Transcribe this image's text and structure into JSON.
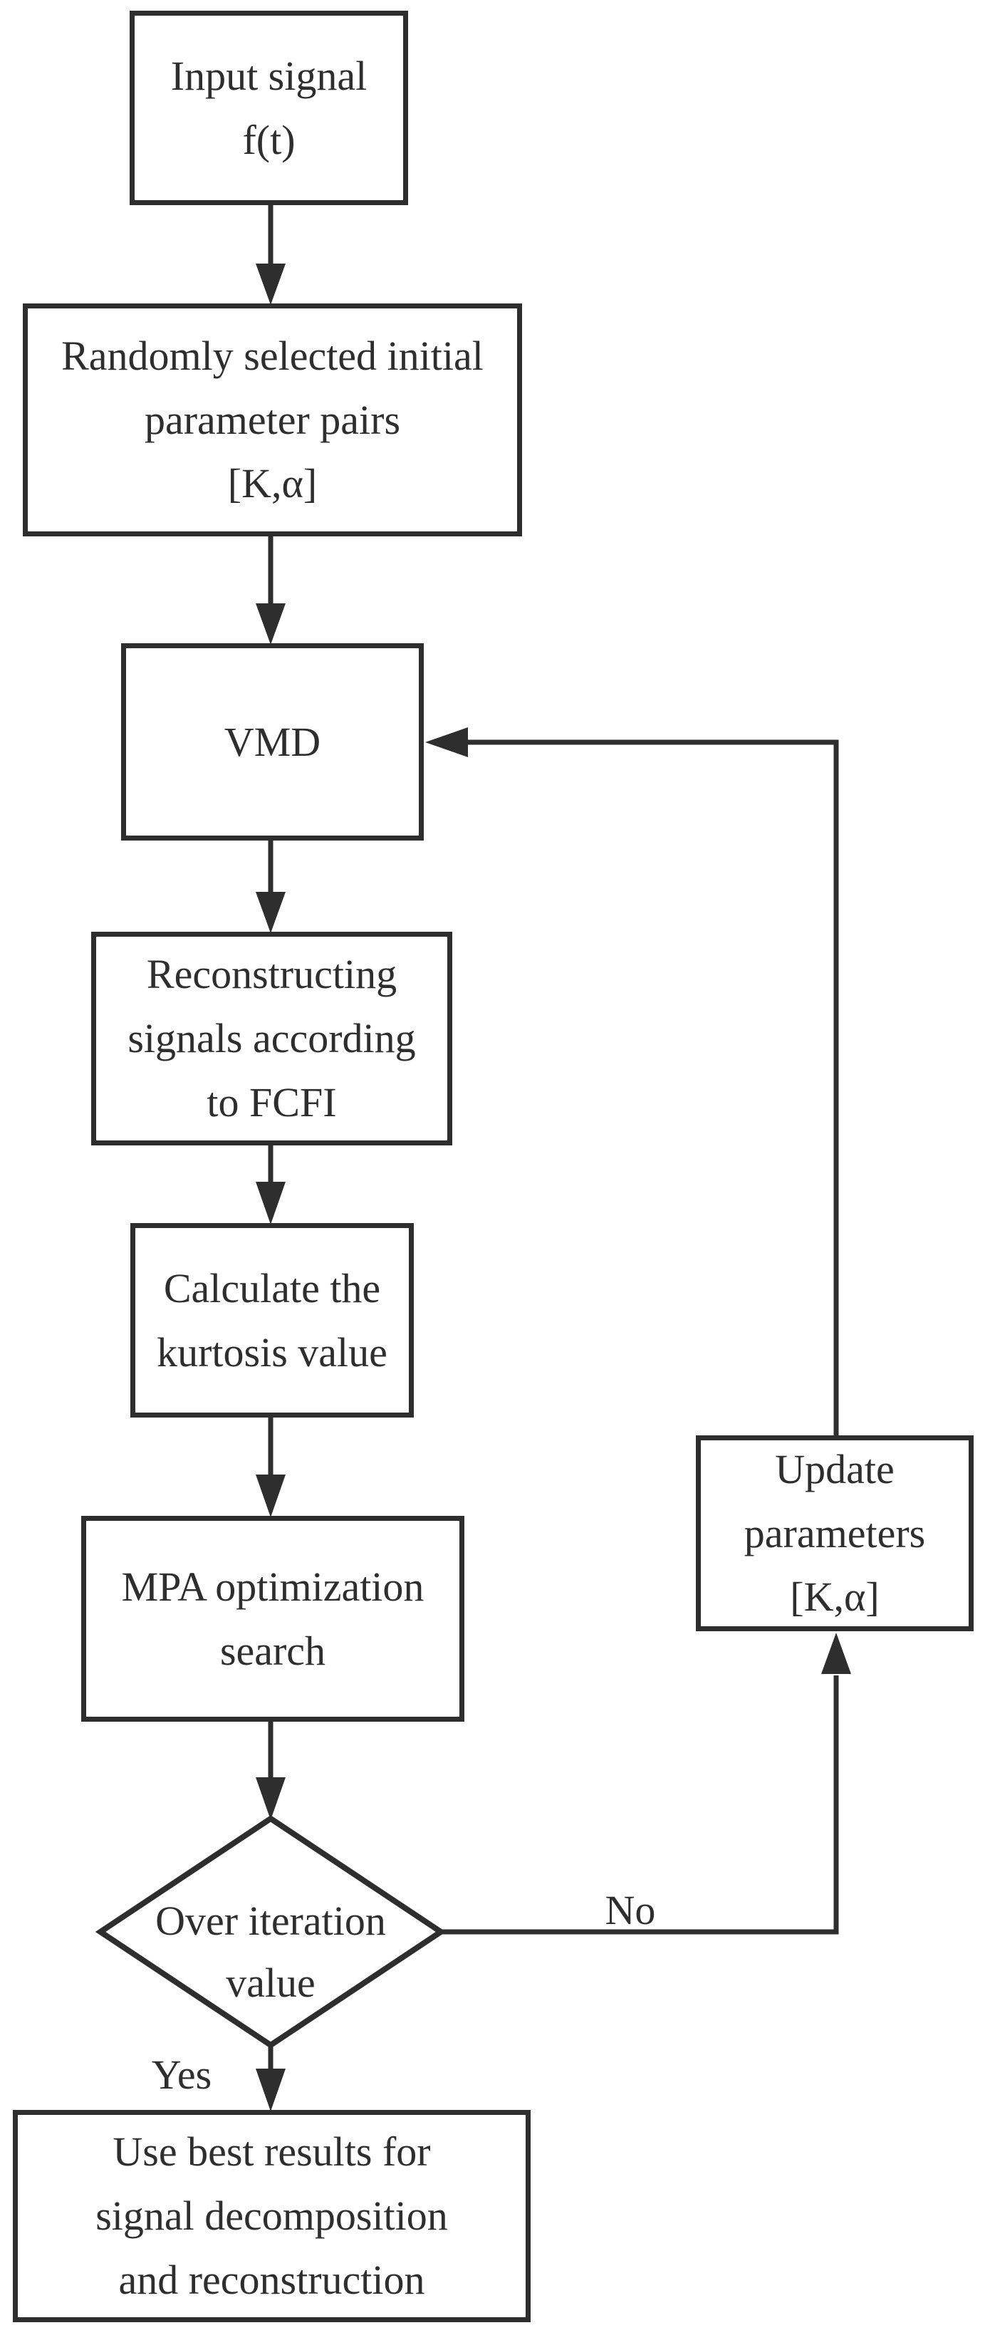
{
  "figure": {
    "background_color": "#ffffff",
    "line_color": "#2e2e2e",
    "text_color": "#2e2e2e"
  },
  "nodes": {
    "input_signal": {
      "lines": [
        "Input signal",
        "f(t)"
      ]
    },
    "random_params": {
      "lines": [
        "Randomly selected initial",
        "parameter pairs",
        "[K,α]"
      ]
    },
    "vmd": {
      "lines": [
        "VMD"
      ]
    },
    "reconstruct_fcfi": {
      "lines": [
        "Reconstructing",
        "signals according",
        "to FCFI"
      ]
    },
    "kurtosis": {
      "lines": [
        "Calculate the",
        "kurtosis value"
      ]
    },
    "mpa_search": {
      "lines": [
        "MPA optimization",
        "search"
      ]
    },
    "decision": {
      "lines": [
        "Over iteration",
        "value"
      ]
    },
    "update_params": {
      "lines": [
        "Update",
        "parameters",
        "[K,α]"
      ]
    },
    "best_results": {
      "lines": [
        "Use best results for",
        "signal decomposition",
        "and reconstruction"
      ]
    }
  },
  "edge_labels": {
    "yes": "Yes",
    "no": "No"
  }
}
